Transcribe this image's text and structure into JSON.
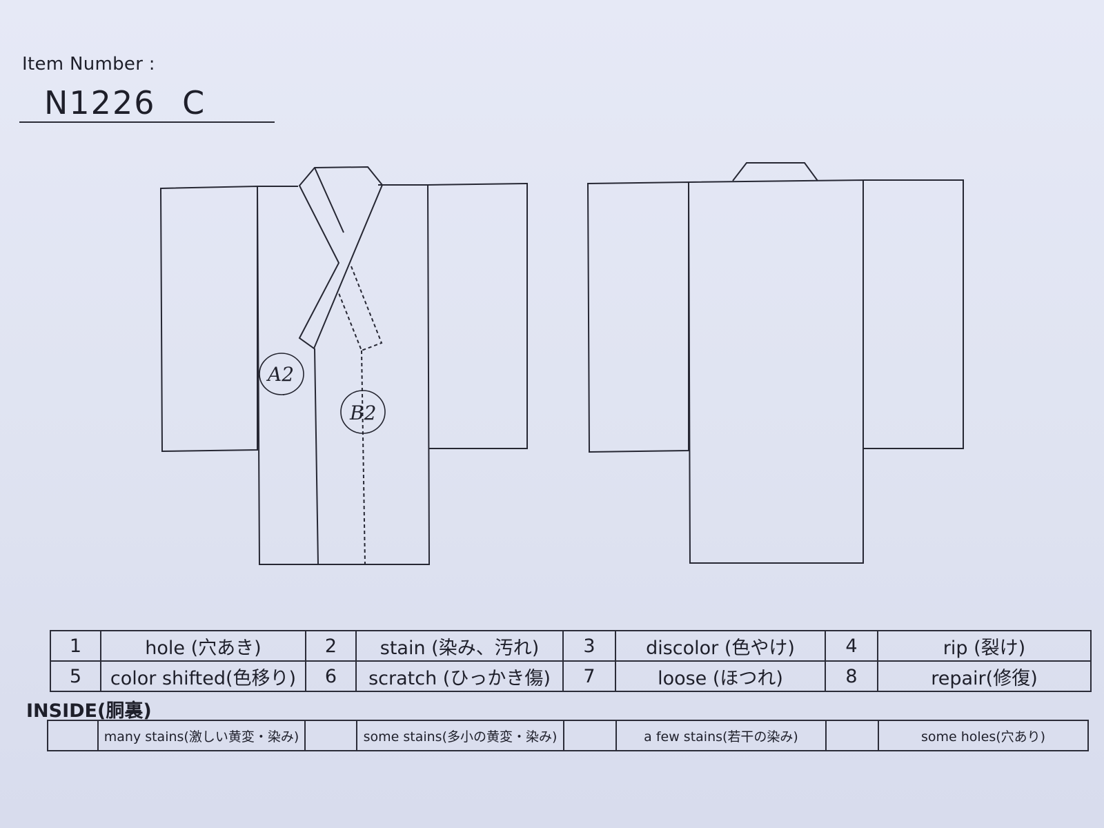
{
  "header": {
    "item_label": "Item Number :",
    "item_number": "N1226  C"
  },
  "marks": {
    "mark_a": "A2",
    "mark_b": "B2"
  },
  "defects": [
    {
      "num": "1",
      "label": "hole (穴あき)"
    },
    {
      "num": "2",
      "label": "stain (染み、汚れ)"
    },
    {
      "num": "3",
      "label": "discolor (色やけ)"
    },
    {
      "num": "4",
      "label": "rip (裂け)"
    },
    {
      "num": "5",
      "label": "color shifted(色移り)"
    },
    {
      "num": "6",
      "label": "scratch (ひっかき傷)"
    },
    {
      "num": "7",
      "label": "loose (ほつれ)"
    },
    {
      "num": "8",
      "label": "repair(修復)"
    }
  ],
  "inside": {
    "label": "INSIDE(胴裏)",
    "options": [
      {
        "label": "many stains(激しい黄変・染み)"
      },
      {
        "label": "some stains(多小の黄変・染み)"
      },
      {
        "label": "a few stains(若干の染み)"
      },
      {
        "label": "some holes(穴あり)"
      }
    ]
  },
  "colors": {
    "paper": "#e2e6f3",
    "ink": "#1e1f2a"
  }
}
